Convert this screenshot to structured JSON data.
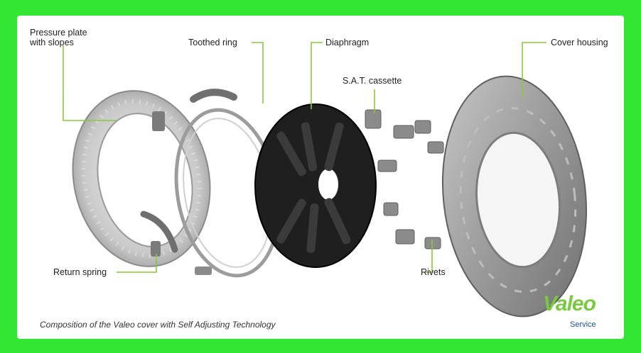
{
  "labels": {
    "pressure_plate": "Pressure plate\nwith slopes",
    "toothed_ring": "Toothed ring",
    "diaphragm": "Diaphragm",
    "sat_cassette": "S.A.T. cassette",
    "cover_housing": "Cover housing",
    "return_spring": "Return spring",
    "rivets": "Rivets"
  },
  "caption": "Composition of the Valeo cover with Self Adjusting Technology",
  "brand": {
    "name": "Valeo",
    "sub": "Service",
    "green": "#7ac943",
    "blue": "#1a4f8b"
  },
  "colors": {
    "frame": "#33e633",
    "leader": "#8cc63f"
  }
}
